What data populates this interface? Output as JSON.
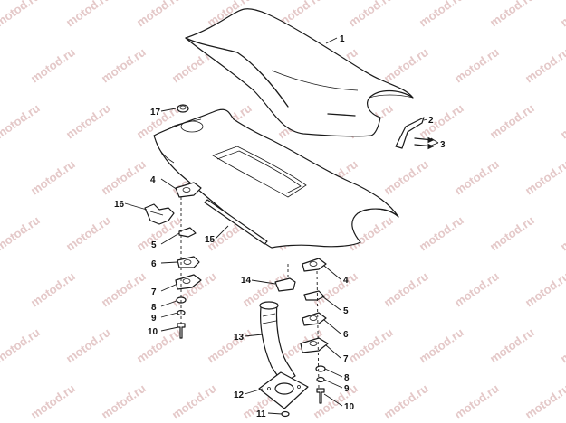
{
  "watermark": {
    "text": "motod.ru",
    "color": "#e4c8c8"
  },
  "colors": {
    "ink": "#1a1a1a",
    "background": "#ffffff"
  },
  "callouts": [
    {
      "id": "c1",
      "label": "1"
    },
    {
      "id": "c2",
      "label": "2"
    },
    {
      "id": "c3",
      "label": "3"
    },
    {
      "id": "c4a",
      "label": "4"
    },
    {
      "id": "c4b",
      "label": "4"
    },
    {
      "id": "c5a",
      "label": "5"
    },
    {
      "id": "c5b",
      "label": "5"
    },
    {
      "id": "c6a",
      "label": "6"
    },
    {
      "id": "c6b",
      "label": "6"
    },
    {
      "id": "c7a",
      "label": "7"
    },
    {
      "id": "c7b",
      "label": "7"
    },
    {
      "id": "c8a",
      "label": "8"
    },
    {
      "id": "c8b",
      "label": "8"
    },
    {
      "id": "c9a",
      "label": "9"
    },
    {
      "id": "c9b",
      "label": "9"
    },
    {
      "id": "c10a",
      "label": "10"
    },
    {
      "id": "c10b",
      "label": "10"
    },
    {
      "id": "c11",
      "label": "11"
    },
    {
      "id": "c12",
      "label": "12"
    },
    {
      "id": "c13",
      "label": "13"
    },
    {
      "id": "c14",
      "label": "14"
    },
    {
      "id": "c15",
      "label": "15"
    },
    {
      "id": "c16",
      "label": "16"
    },
    {
      "id": "c17",
      "label": "17"
    }
  ]
}
